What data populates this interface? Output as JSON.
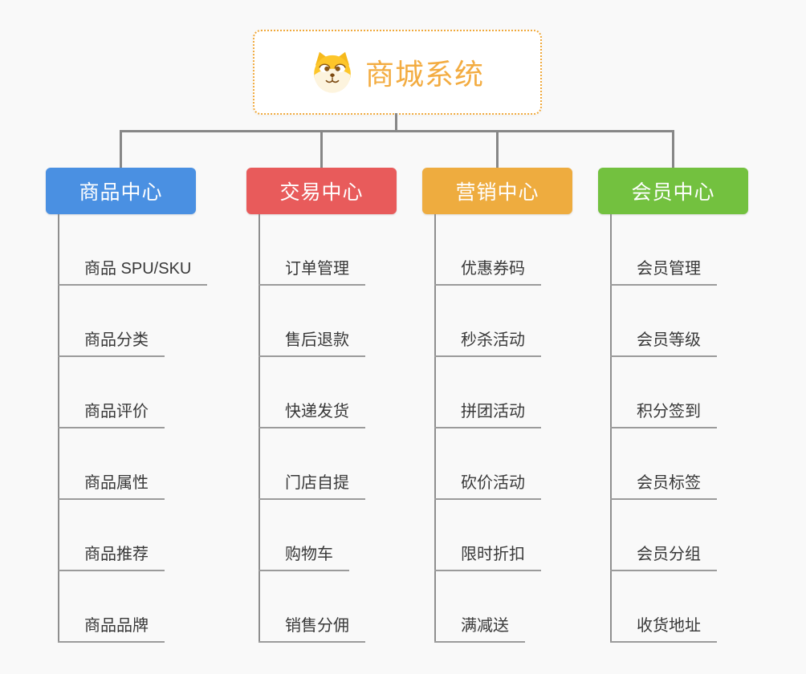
{
  "root": {
    "title": "商城系统",
    "icon": "shiba-dog-icon"
  },
  "colors": {
    "background": "#f9f9f9",
    "root_border": "#f0a93c",
    "root_text": "#f3ac41",
    "connector": "#878787",
    "item_underline": "#9b9b9b",
    "item_text": "#383838",
    "branch_product": "#4a90e2",
    "branch_trade": "#e85b5b",
    "branch_marketing": "#eeac3f",
    "branch_member": "#73c13f"
  },
  "branches": [
    {
      "label": "商品中心",
      "color": "#4a90e2",
      "items": [
        "商品 SPU/SKU",
        "商品分类",
        "商品评价",
        "商品属性",
        "商品推荐",
        "商品品牌"
      ]
    },
    {
      "label": "交易中心",
      "color": "#e85b5b",
      "items": [
        "订单管理",
        "售后退款",
        "快递发货",
        "门店自提",
        "购物车",
        "销售分佣"
      ]
    },
    {
      "label": "营销中心",
      "color": "#eeac3f",
      "items": [
        "优惠券码",
        "秒杀活动",
        "拼团活动",
        "砍价活动",
        "限时折扣",
        "满减送"
      ]
    },
    {
      "label": "会员中心",
      "color": "#73c13f",
      "items": [
        "会员管理",
        "会员等级",
        "积分签到",
        "会员标签",
        "会员分组",
        "收货地址"
      ]
    }
  ]
}
